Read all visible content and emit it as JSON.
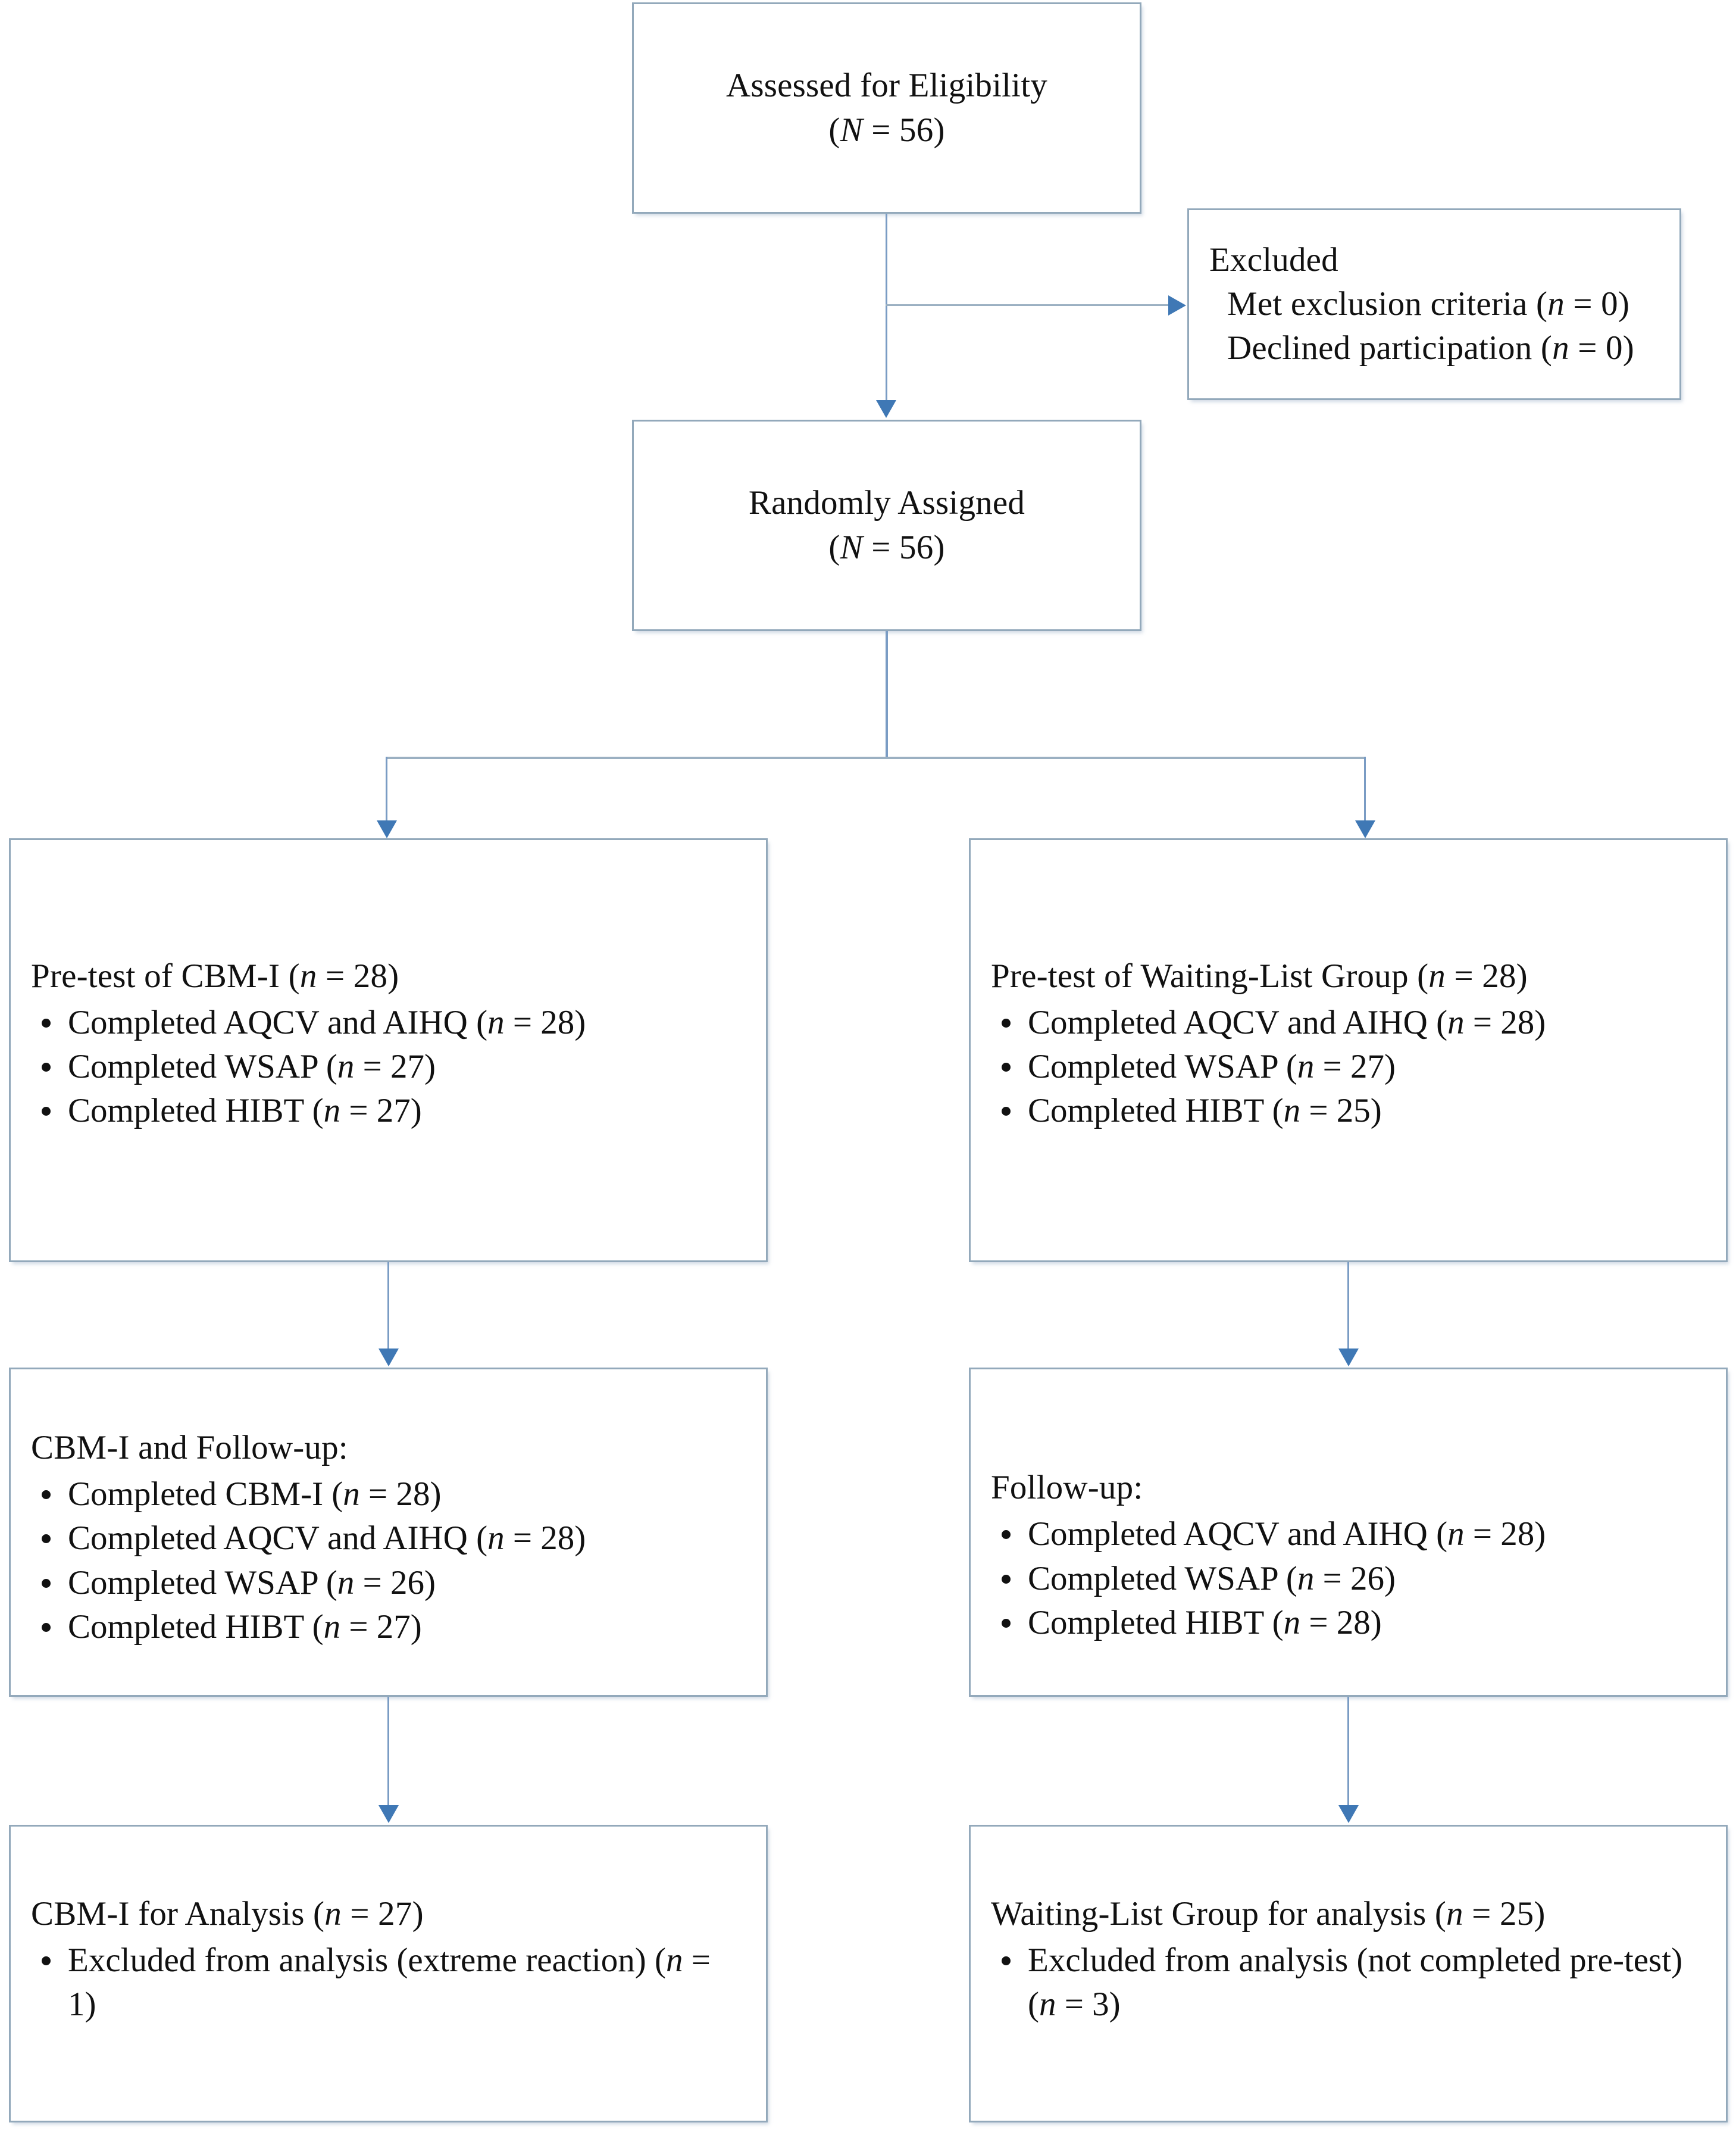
{
  "figure": {
    "type": "consort-flow-diagram",
    "colors": {
      "box_border": "#93a9bb",
      "connector_line": "#9bb0c2",
      "arrow_head": "#3f78b5",
      "background": "#ffffff",
      "text": "#111111"
    }
  },
  "nodes": {
    "assessed": {
      "title": "Assessed for Eligibility",
      "count_line": "(N = 56)",
      "count_symbol": "N",
      "count_value": "56"
    },
    "excluded": {
      "title": "Excluded",
      "items": [
        "Met exclusion criteria (n = 0)",
        "Declined participation (n = 0)"
      ]
    },
    "randomized": {
      "title": "Randomly Assigned",
      "count_line": "(N = 56)",
      "count_symbol": "N",
      "count_value": "56"
    },
    "pretest_cbmi": {
      "title": "Pre-test of CBM-I (n = 28)",
      "items": [
        "Completed AQCV and AIHQ (n = 28)",
        "Completed WSAP (n = 27)",
        "Completed HIBT (n = 27)"
      ]
    },
    "pretest_waitlist": {
      "title": "Pre-test of Waiting-List Group (n = 28)",
      "items": [
        "Completed AQCV and AIHQ (n = 28)",
        "Completed WSAP (n = 27)",
        "Completed HIBT (n = 25)"
      ]
    },
    "followup_cbmi": {
      "title": "CBM-I and Follow-up:",
      "items": [
        "Completed CBM-I (n = 28)",
        "Completed AQCV and AIHQ (n = 28)",
        "Completed WSAP (n = 26)",
        "Completed HIBT (n = 27)"
      ]
    },
    "followup_waitlist": {
      "title": "Follow-up:",
      "items": [
        "Completed AQCV and AIHQ (n = 28)",
        "Completed WSAP (n = 26)",
        "Completed HIBT (n = 28)"
      ]
    },
    "analysis_cbmi": {
      "title": "CBM-I for Analysis (n = 27)",
      "items": [
        "Excluded from analysis (extreme reaction) (n = 1)"
      ]
    },
    "analysis_waitlist": {
      "title": "Waiting-List Group for analysis (n = 25)",
      "items": [
        "Excluded from analysis (not completed pre-test) (n = 3)"
      ]
    }
  }
}
